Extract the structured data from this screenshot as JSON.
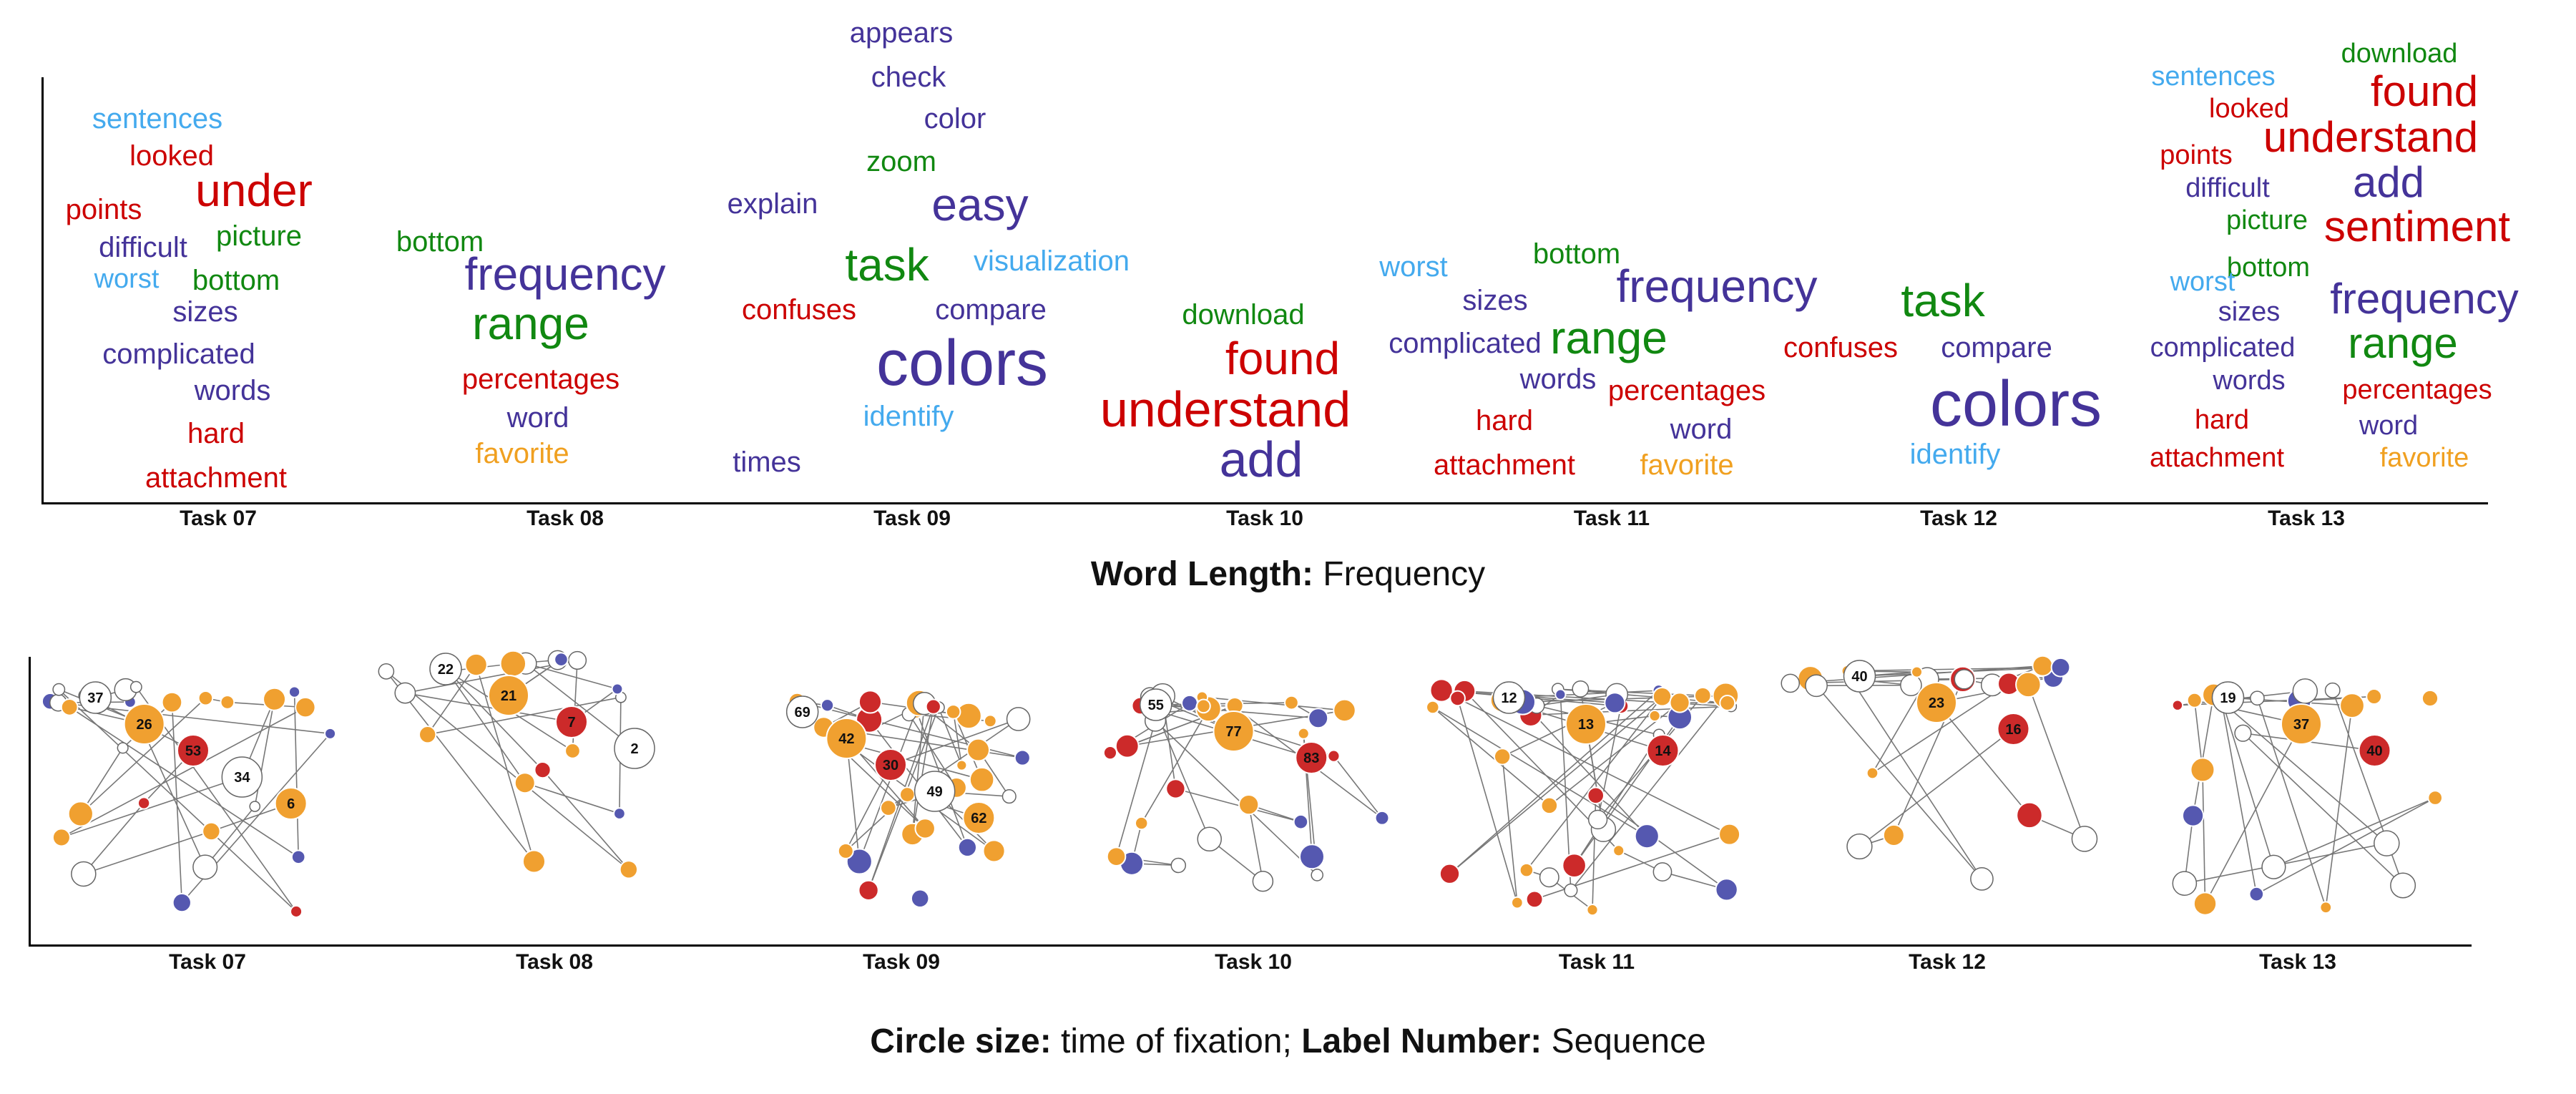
{
  "word_panel": {
    "tasks": [
      "Task 07",
      "Task 08",
      "Task 09",
      "Task 10",
      "Task 11",
      "Task 12",
      "Task 13"
    ],
    "caption": {
      "bold": "Word Length:",
      "rest": "Frequency"
    },
    "colors": {
      "red": "#cc0000",
      "blue": "#443399",
      "green": "#118811",
      "lightblue": "#44aaee",
      "orange": "#f0a020"
    },
    "words": [
      {
        "task": "Task 07",
        "text": "sentences",
        "color": "lightblue",
        "size": 40
      },
      {
        "task": "Task 07",
        "text": "looked",
        "color": "red",
        "size": 40
      },
      {
        "task": "Task 07",
        "text": "under",
        "color": "red",
        "size": 64
      },
      {
        "task": "Task 07",
        "text": "points",
        "color": "red",
        "size": 40
      },
      {
        "task": "Task 07",
        "text": "picture",
        "color": "green",
        "size": 40
      },
      {
        "task": "Task 07",
        "text": "difficult",
        "color": "blue",
        "size": 40
      },
      {
        "task": "Task 07",
        "text": "worst",
        "color": "lightblue",
        "size": 38
      },
      {
        "task": "Task 07",
        "text": "bottom",
        "color": "green",
        "size": 40
      },
      {
        "task": "Task 07",
        "text": "sizes",
        "color": "blue",
        "size": 40
      },
      {
        "task": "Task 07",
        "text": "complicated",
        "color": "blue",
        "size": 40
      },
      {
        "task": "Task 07",
        "text": "words",
        "color": "blue",
        "size": 40
      },
      {
        "task": "Task 07",
        "text": "hard",
        "color": "red",
        "size": 40
      },
      {
        "task": "Task 07",
        "text": "attachment",
        "color": "red",
        "size": 40
      },
      {
        "task": "Task 08",
        "text": "bottom",
        "color": "green",
        "size": 40
      },
      {
        "task": "Task 08",
        "text": "frequency",
        "color": "blue",
        "size": 64
      },
      {
        "task": "Task 08",
        "text": "range",
        "color": "green",
        "size": 64
      },
      {
        "task": "Task 08",
        "text": "percentages",
        "color": "red",
        "size": 40
      },
      {
        "task": "Task 08",
        "text": "word",
        "color": "blue",
        "size": 40
      },
      {
        "task": "Task 08",
        "text": "favorite",
        "color": "orange",
        "size": 40
      },
      {
        "task": "Task 09",
        "text": "appears",
        "color": "blue",
        "size": 40
      },
      {
        "task": "Task 09",
        "text": "check",
        "color": "blue",
        "size": 40
      },
      {
        "task": "Task 09",
        "text": "color",
        "color": "blue",
        "size": 40
      },
      {
        "task": "Task 09",
        "text": "zoom",
        "color": "green",
        "size": 40
      },
      {
        "task": "Task 09",
        "text": "explain",
        "color": "blue",
        "size": 40
      },
      {
        "task": "Task 09",
        "text": "easy",
        "color": "blue",
        "size": 64
      },
      {
        "task": "Task 09",
        "text": "task",
        "color": "green",
        "size": 64
      },
      {
        "task": "Task 09",
        "text": "visualization",
        "color": "lightblue",
        "size": 40
      },
      {
        "task": "Task 09",
        "text": "confuses",
        "color": "red",
        "size": 40
      },
      {
        "task": "Task 09",
        "text": "compare",
        "color": "blue",
        "size": 40
      },
      {
        "task": "Task 09",
        "text": "colors",
        "color": "blue",
        "size": 90
      },
      {
        "task": "Task 09",
        "text": "identify",
        "color": "lightblue",
        "size": 40
      },
      {
        "task": "Task 09",
        "text": "times",
        "color": "blue",
        "size": 40
      },
      {
        "task": "Task 10",
        "text": "download",
        "color": "green",
        "size": 40
      },
      {
        "task": "Task 10",
        "text": "found",
        "color": "red",
        "size": 64
      },
      {
        "task": "Task 10",
        "text": "understand",
        "color": "red",
        "size": 70
      },
      {
        "task": "Task 10",
        "text": "add",
        "color": "blue",
        "size": 70
      },
      {
        "task": "Task 11",
        "text": "worst",
        "color": "lightblue",
        "size": 40
      },
      {
        "task": "Task 11",
        "text": "bottom",
        "color": "green",
        "size": 40
      },
      {
        "task": "Task 11",
        "text": "sizes",
        "color": "blue",
        "size": 40
      },
      {
        "task": "Task 11",
        "text": "frequency",
        "color": "blue",
        "size": 64
      },
      {
        "task": "Task 11",
        "text": "complicated",
        "color": "blue",
        "size": 40
      },
      {
        "task": "Task 11",
        "text": "range",
        "color": "green",
        "size": 64
      },
      {
        "task": "Task 11",
        "text": "words",
        "color": "blue",
        "size": 40
      },
      {
        "task": "Task 11",
        "text": "percentages",
        "color": "red",
        "size": 40
      },
      {
        "task": "Task 11",
        "text": "hard",
        "color": "red",
        "size": 40
      },
      {
        "task": "Task 11",
        "text": "word",
        "color": "blue",
        "size": 40
      },
      {
        "task": "Task 11",
        "text": "attachment",
        "color": "red",
        "size": 40
      },
      {
        "task": "Task 11",
        "text": "favorite",
        "color": "orange",
        "size": 40
      },
      {
        "task": "Task 12",
        "text": "task",
        "color": "green",
        "size": 64
      },
      {
        "task": "Task 12",
        "text": "confuses",
        "color": "red",
        "size": 40
      },
      {
        "task": "Task 12",
        "text": "compare",
        "color": "blue",
        "size": 40
      },
      {
        "task": "Task 12",
        "text": "colors",
        "color": "blue",
        "size": 90
      },
      {
        "task": "Task 12",
        "text": "identify",
        "color": "lightblue",
        "size": 40
      },
      {
        "task": "Task 13",
        "text": "download",
        "color": "green",
        "size": 38
      },
      {
        "task": "Task 13",
        "text": "sentences",
        "color": "lightblue",
        "size": 38
      },
      {
        "task": "Task 13",
        "text": "found",
        "color": "red",
        "size": 60
      },
      {
        "task": "Task 13",
        "text": "looked",
        "color": "red",
        "size": 38
      },
      {
        "task": "Task 13",
        "text": "understand",
        "color": "red",
        "size": 60
      },
      {
        "task": "Task 13",
        "text": "points",
        "color": "red",
        "size": 38
      },
      {
        "task": "Task 13",
        "text": "add",
        "color": "blue",
        "size": 60
      },
      {
        "task": "Task 13",
        "text": "difficult",
        "color": "blue",
        "size": 38
      },
      {
        "task": "Task 13",
        "text": "picture",
        "color": "green",
        "size": 38
      },
      {
        "task": "Task 13",
        "text": "sentiment",
        "color": "red",
        "size": 60
      },
      {
        "task": "Task 13",
        "text": "bottom",
        "color": "green",
        "size": 38
      },
      {
        "task": "Task 13",
        "text": "worst",
        "color": "lightblue",
        "size": 38
      },
      {
        "task": "Task 13",
        "text": "sizes",
        "color": "blue",
        "size": 38
      },
      {
        "task": "Task 13",
        "text": "frequency",
        "color": "blue",
        "size": 60
      },
      {
        "task": "Task 13",
        "text": "complicated",
        "color": "blue",
        "size": 38
      },
      {
        "task": "Task 13",
        "text": "range",
        "color": "green",
        "size": 60
      },
      {
        "task": "Task 13",
        "text": "words",
        "color": "blue",
        "size": 38
      },
      {
        "task": "Task 13",
        "text": "percentages",
        "color": "red",
        "size": 38
      },
      {
        "task": "Task 13",
        "text": "hard",
        "color": "red",
        "size": 38
      },
      {
        "task": "Task 13",
        "text": "word",
        "color": "blue",
        "size": 38
      },
      {
        "task": "Task 13",
        "text": "attachment",
        "color": "red",
        "size": 38
      },
      {
        "task": "Task 13",
        "text": "favorite",
        "color": "orange",
        "size": 38
      }
    ]
  },
  "fixation_panel": {
    "tasks": [
      "Task 07",
      "Task 08",
      "Task 09",
      "Task 10",
      "Task 11",
      "Task 12",
      "Task 13"
    ],
    "caption": {
      "bold1": "Circle size:",
      "rest1": "time of fixation;",
      "bold2": "Label Number:",
      "rest2": "Sequence"
    },
    "colors": {
      "orange": "#f0a030",
      "red": "#cc2a2a",
      "blue": "#5558b0",
      "white": "#ffffff",
      "green": "#2a8a3a"
    },
    "labels": {
      "Task 07": [
        "37",
        "26",
        "53",
        "34",
        "6"
      ],
      "Task 08": [
        "22",
        "21",
        "7",
        "2"
      ],
      "Task 09": [
        "69",
        "42",
        "30",
        "49",
        "62"
      ],
      "Task 10": [
        "55",
        "77",
        "83"
      ],
      "Task 11": [
        "12",
        "13",
        "14"
      ],
      "Task 12": [
        "40",
        "23",
        "16"
      ],
      "Task 13": [
        "19",
        "37",
        "40"
      ]
    }
  }
}
